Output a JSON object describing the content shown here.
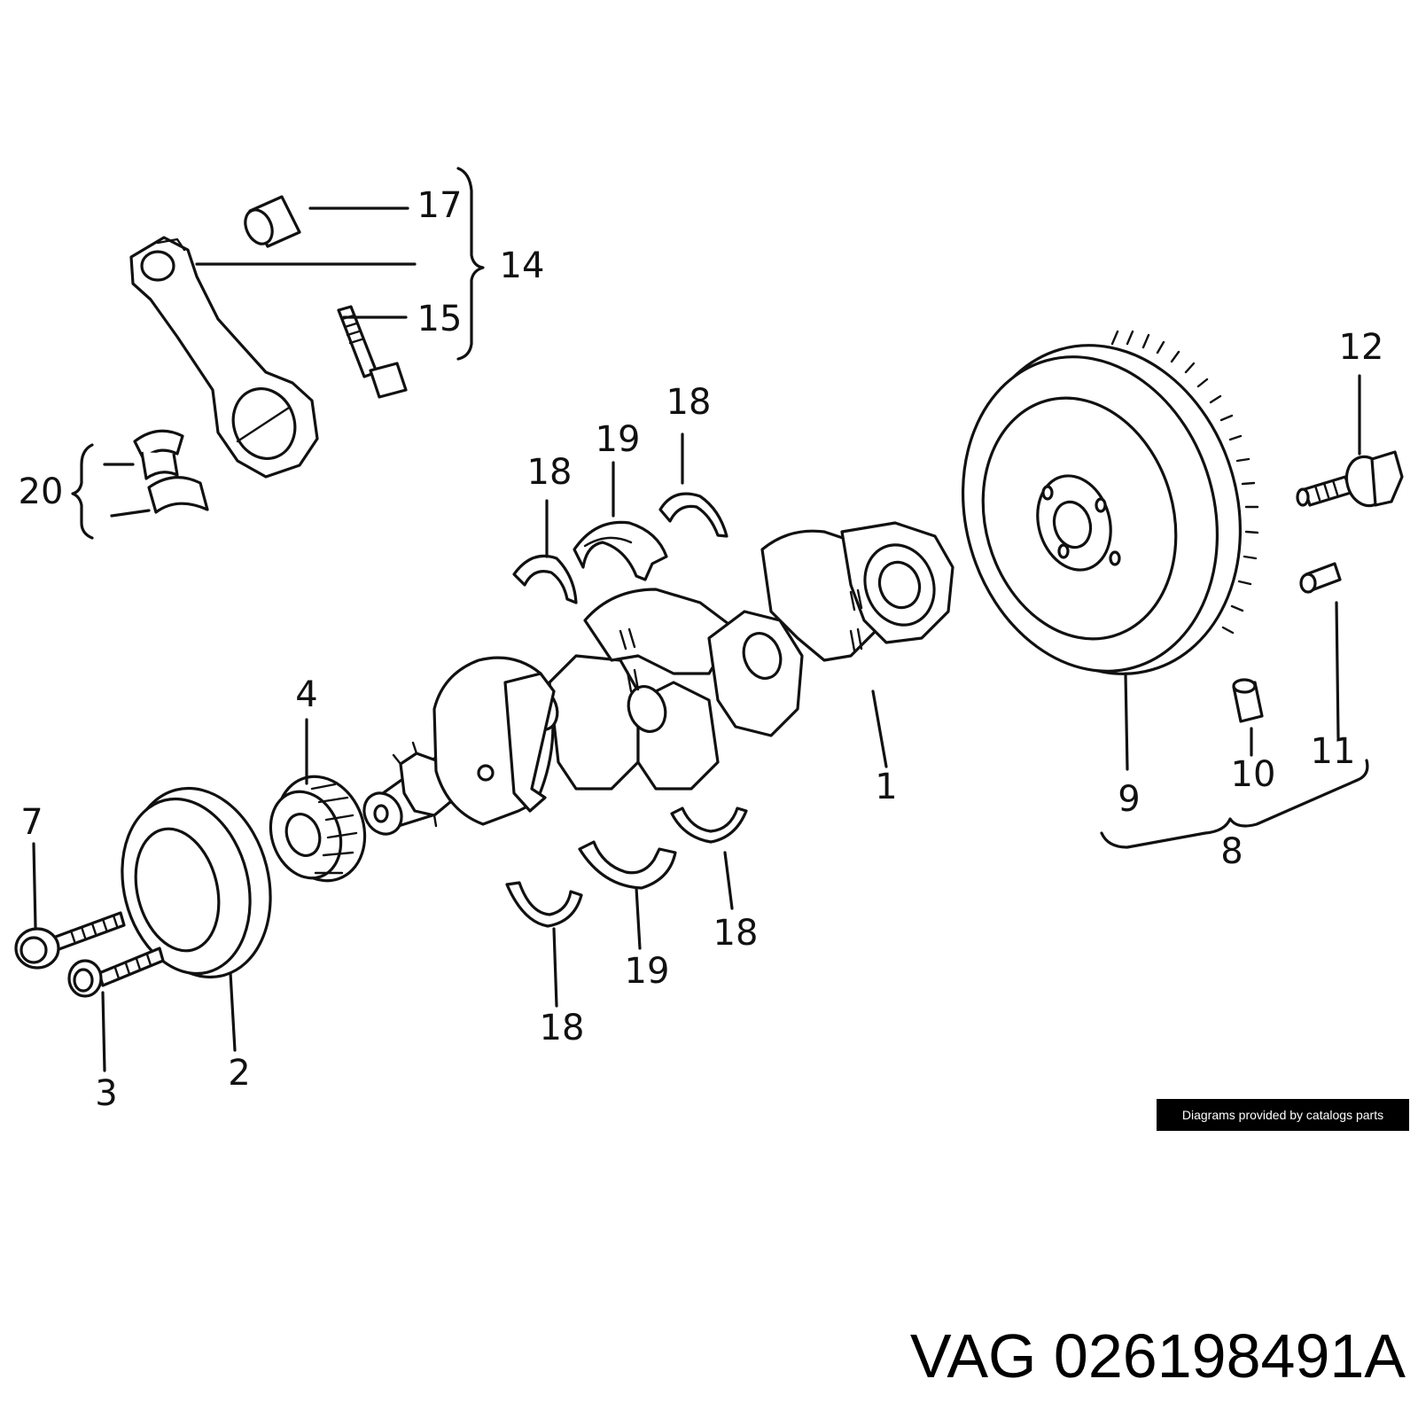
{
  "callouts": {
    "c1": "1",
    "c2": "2",
    "c3": "3",
    "c4": "4",
    "c7": "7",
    "c8": "8",
    "c9": "9",
    "c10": "10",
    "c11": "11",
    "c12": "12",
    "c14": "14",
    "c15": "15",
    "c17": "17",
    "c18": "18",
    "c19": "19",
    "c20": "20"
  },
  "credit": "Diagrams provided by catalogs parts",
  "part_number": "VAG 026198491A"
}
